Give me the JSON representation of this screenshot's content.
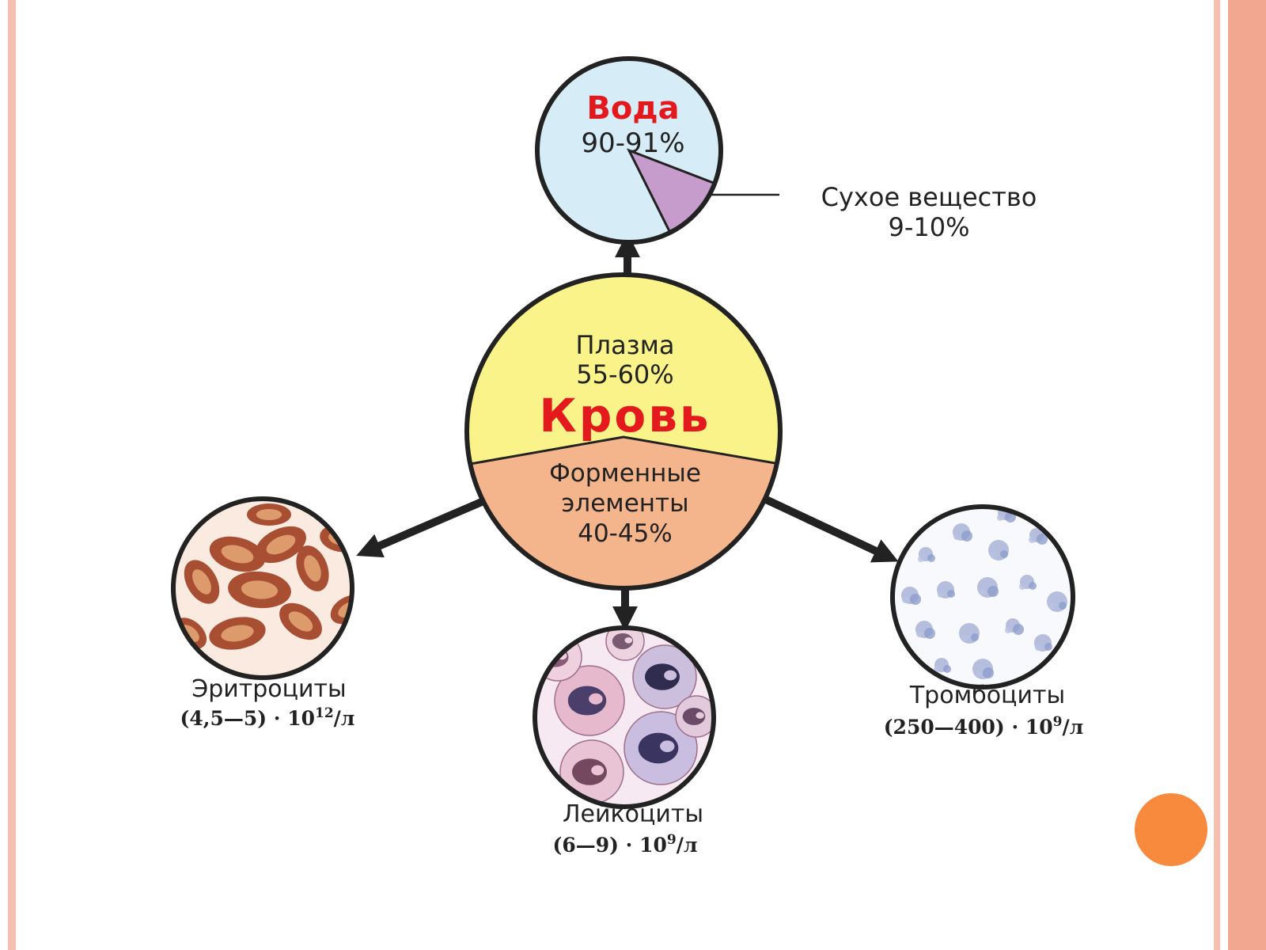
{
  "colors": {
    "frame_left": "#f4c0b0",
    "frame_right": "#f2a890",
    "accent_orange": "#f78a3c",
    "plasma_yellow": "#faf38a",
    "formed_salmon": "#f4b48c",
    "water_blue": "#d6ecf6",
    "dry_purple": "#c59ccc",
    "title_red": "#e3191e"
  },
  "center": {
    "title": "Кровь",
    "plasma_label": "Плазма",
    "plasma_value": "55-60%",
    "formed_label_1": "Форменные",
    "formed_label_2": "элементы",
    "formed_value": "40-45%"
  },
  "water": {
    "label": "Вода",
    "value": "90-91%"
  },
  "dry_matter": {
    "label": "Сухое вещество",
    "value": "9-10%"
  },
  "cells": [
    {
      "name": "Эритроциты",
      "count": "(4,5—5) · 10",
      "exp": "12",
      "unit": "/л"
    },
    {
      "name": "Лейкоциты",
      "count": "(6—9) · 10",
      "exp": "9",
      "unit": "/л"
    },
    {
      "name": "Тромбоциты",
      "count": "(250—400) · 10",
      "exp": "9",
      "unit": "/л"
    }
  ],
  "icons": {
    "rbc": "red-blood-cells-icon",
    "wbc": "white-blood-cells-icon",
    "plt": "platelets-icon"
  }
}
